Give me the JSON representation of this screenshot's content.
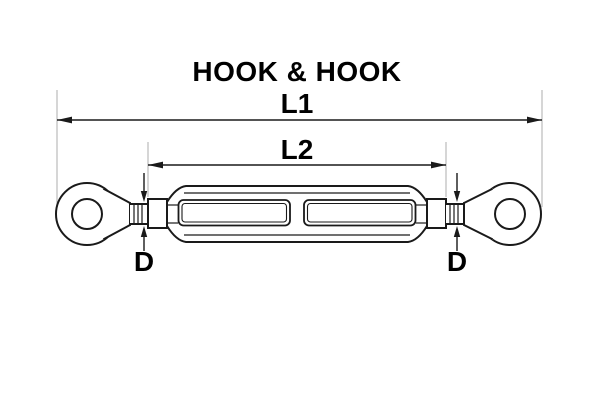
{
  "labels": {
    "title": "HOOK & HOOK",
    "l1": "L1",
    "l2": "L2",
    "d_left": "D",
    "d_right": "D"
  },
  "colors": {
    "background": "#ffffff",
    "line": "#1a1a1a",
    "extension_line": "#b3b3b3",
    "text": "#000000"
  }
}
